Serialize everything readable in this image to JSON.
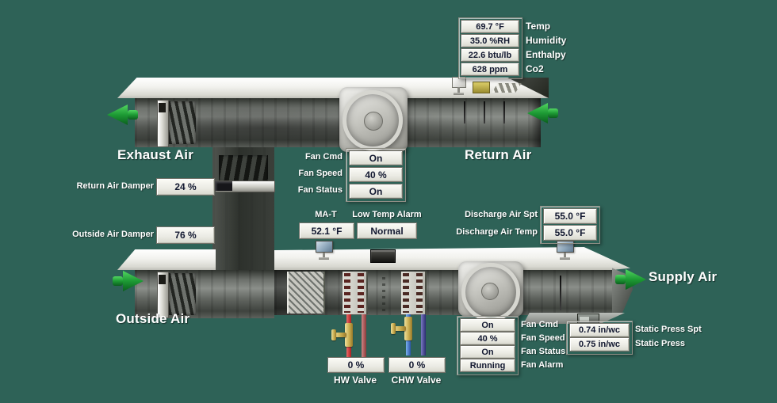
{
  "colors": {
    "background": "#2e6257",
    "label_text": "#ffffff",
    "value_text": "#121830",
    "arrow_green": "#1fa03c",
    "hw_pipe": "#c03030",
    "chw_pipe": "#4a86d8",
    "chw_return_pipe": "#38387e",
    "valve_brass": "#c9ad50"
  },
  "icons": {
    "flow_arrow": "green-3d-arrow",
    "duct_sensor": "monitor-on-stand",
    "co2_sensor": "yellow-box",
    "louver_icon": "striped-grille",
    "low_temp_stat": "black-box",
    "static_press_sensor": "gray-probe-box"
  },
  "sensor_panel": {
    "rows": [
      {
        "value": "69.7 °F",
        "label": "Temp"
      },
      {
        "value": "35.0 %RH",
        "label": "Humidity"
      },
      {
        "value": "22.6 btu/lb",
        "label": "Enthalpy"
      },
      {
        "value": "628 ppm",
        "label": "Co2"
      }
    ]
  },
  "airflow_labels": {
    "exhaust": "Exhaust Air",
    "return": "Return Air",
    "outside": "Outside Air",
    "supply": "Supply Air"
  },
  "dampers": {
    "return": {
      "label": "Return Air Damper",
      "value": "24 %"
    },
    "outside": {
      "label": "Outside Air Damper",
      "value": "76 %"
    }
  },
  "return_fan": {
    "rows": [
      {
        "label": "Fan Cmd",
        "value": "On"
      },
      {
        "label": "Fan Speed",
        "value": "40 %"
      },
      {
        "label": "Fan Status",
        "value": "On"
      }
    ]
  },
  "mixed_air": {
    "label": "MA-T",
    "value": "52.1 °F",
    "alarm_label": "Low Temp Alarm",
    "alarm_value": "Normal"
  },
  "discharge": {
    "rows": [
      {
        "label": "Discharge Air Spt",
        "value": "55.0 °F"
      },
      {
        "label": "Discharge Air Temp",
        "value": "55.0 °F"
      }
    ]
  },
  "supply_fan": {
    "rows": [
      {
        "value": "On",
        "label": "Fan Cmd"
      },
      {
        "value": "40 %",
        "label": "Fan Speed"
      },
      {
        "value": "On",
        "label": "Fan Status"
      },
      {
        "value": "Running",
        "label": "Fan Alarm"
      }
    ]
  },
  "static_press": {
    "rows": [
      {
        "value": "0.74 in/wc",
        "label": "Static Press Spt"
      },
      {
        "value": "0.75 in/wc",
        "label": "Static Press"
      }
    ]
  },
  "valves": {
    "hw": {
      "value": "0 %",
      "label": "HW Valve"
    },
    "chw": {
      "value": "0 %",
      "label": "CHW Valve"
    }
  }
}
